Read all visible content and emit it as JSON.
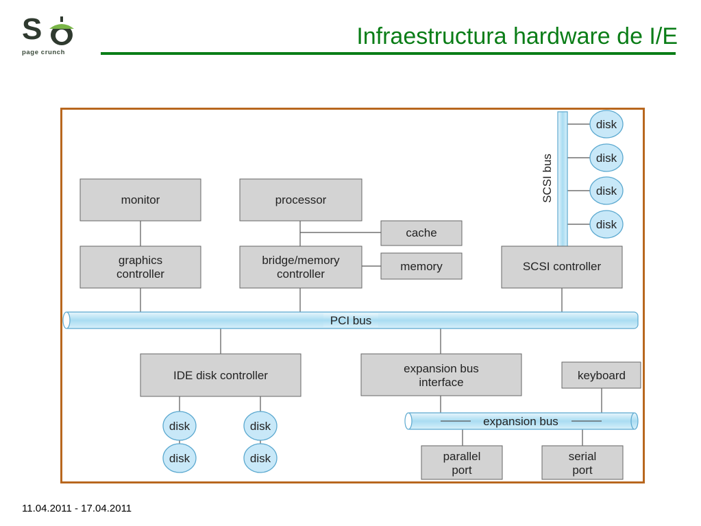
{
  "slide": {
    "title": "Infraestructura hardware de I/E",
    "date_range": "11.04.2011 - 17.04.2011"
  },
  "logo": {
    "mark": "SO",
    "tagline": "page crunch"
  },
  "colors": {
    "title_green": "#0a7d17",
    "frame_border": "#b8671e",
    "box_fill": "#d3d3d3",
    "bus_fill": "#bfe4f5",
    "disk_fill": "#c8e8f8"
  },
  "diagram": {
    "boxes": {
      "monitor": "monitor",
      "processor": "processor",
      "cache": "cache",
      "graphics_line1": "graphics",
      "graphics_line2": "controller",
      "bridge_line1": "bridge/memory",
      "bridge_line2": "controller",
      "memory": "memory",
      "scsi_controller": "SCSI controller",
      "ide_controller": "IDE disk controller",
      "expansion_line1": "expansion bus",
      "expansion_line2": "interface",
      "keyboard": "keyboard",
      "parallel_line1": "parallel",
      "parallel_line2": "port",
      "serial_line1": "serial",
      "serial_line2": "port"
    },
    "buses": {
      "pci": "PCI bus",
      "scsi": "SCSI bus",
      "expansion": "expansion bus"
    },
    "disk_label": "disk"
  }
}
